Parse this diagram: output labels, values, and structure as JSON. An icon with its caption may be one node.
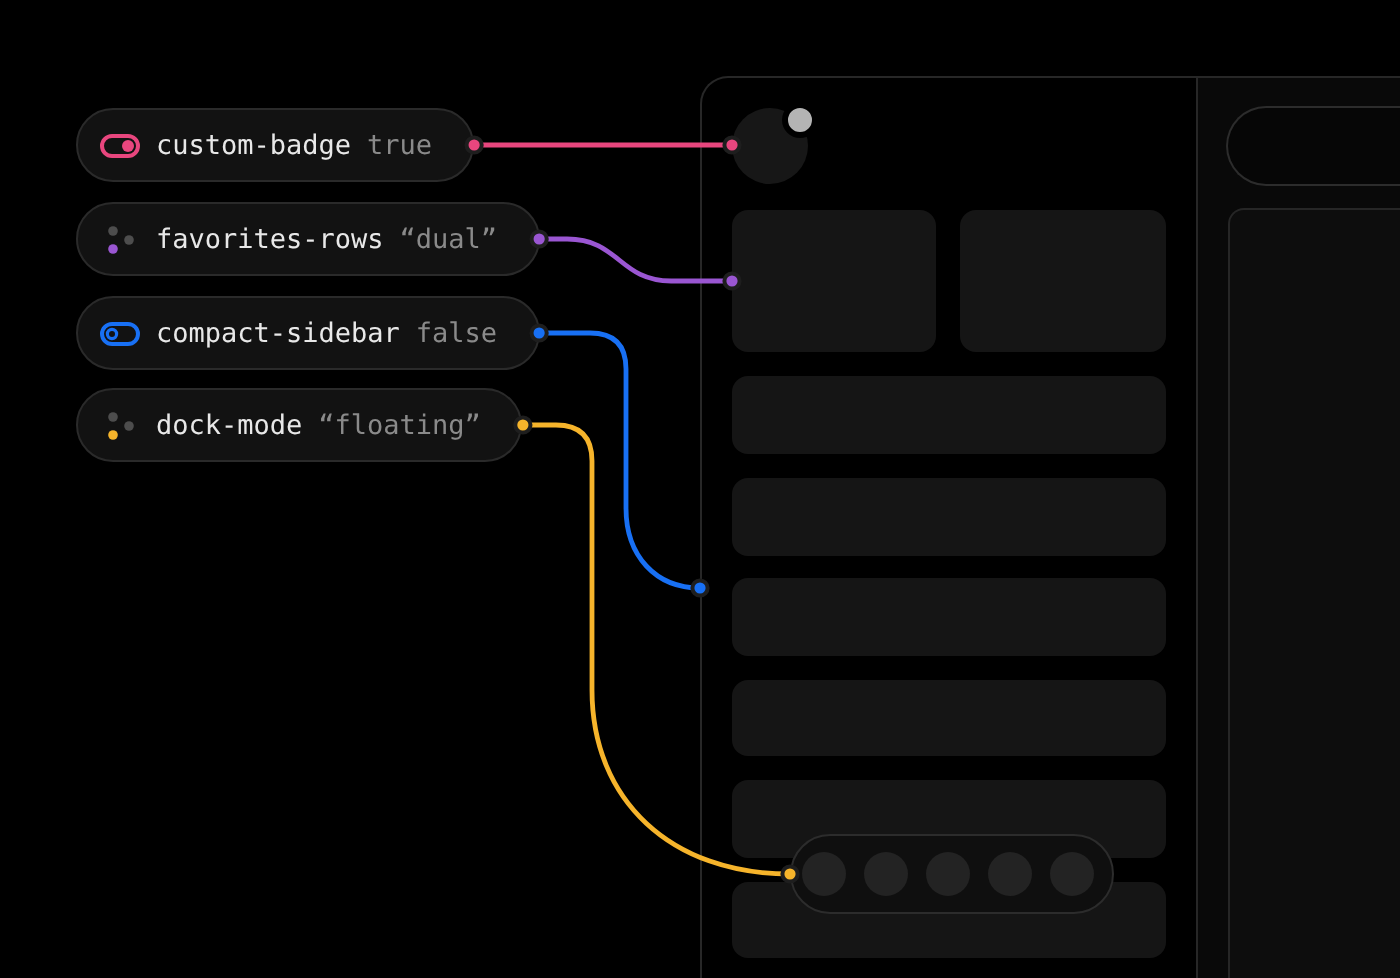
{
  "diagram": {
    "nodes": [
      {
        "text": [
          "custom-badge",
          "true"
        ]
      },
      {
        "text": [
          "favorites-rows",
          "“dual”"
        ]
      },
      {
        "text": [
          "compact-sidebar",
          "false"
        ]
      },
      {
        "text": [
          "dock-mode",
          "“floating”"
        ]
      },
      {
        "text": [],
        "shape": "box"
      },
      {
        "text": [],
        "shape": "circle",
        "in": 4
      },
      {
        "text": [],
        "shape": "box",
        "in": 4
      },
      {
        "text": [],
        "shape": "box",
        "in": 4
      },
      {
        "text": [],
        "shape": "bar",
        "in": 4
      },
      {
        "text": [],
        "shape": "box"
      }
    ],
    "edges": [
      {
        "from": 0,
        "to": 5,
        "arrow": "other",
        "color": "#e8467e"
      },
      {
        "from": 1,
        "to": 6,
        "arrow": "other",
        "color": "#9a56d2"
      },
      {
        "from": 2,
        "to": 4,
        "arrow": "other",
        "color": "#1870f4"
      },
      {
        "from": 3,
        "to": 8,
        "arrow": "other",
        "color": "#f6b42b"
      }
    ]
  }
}
